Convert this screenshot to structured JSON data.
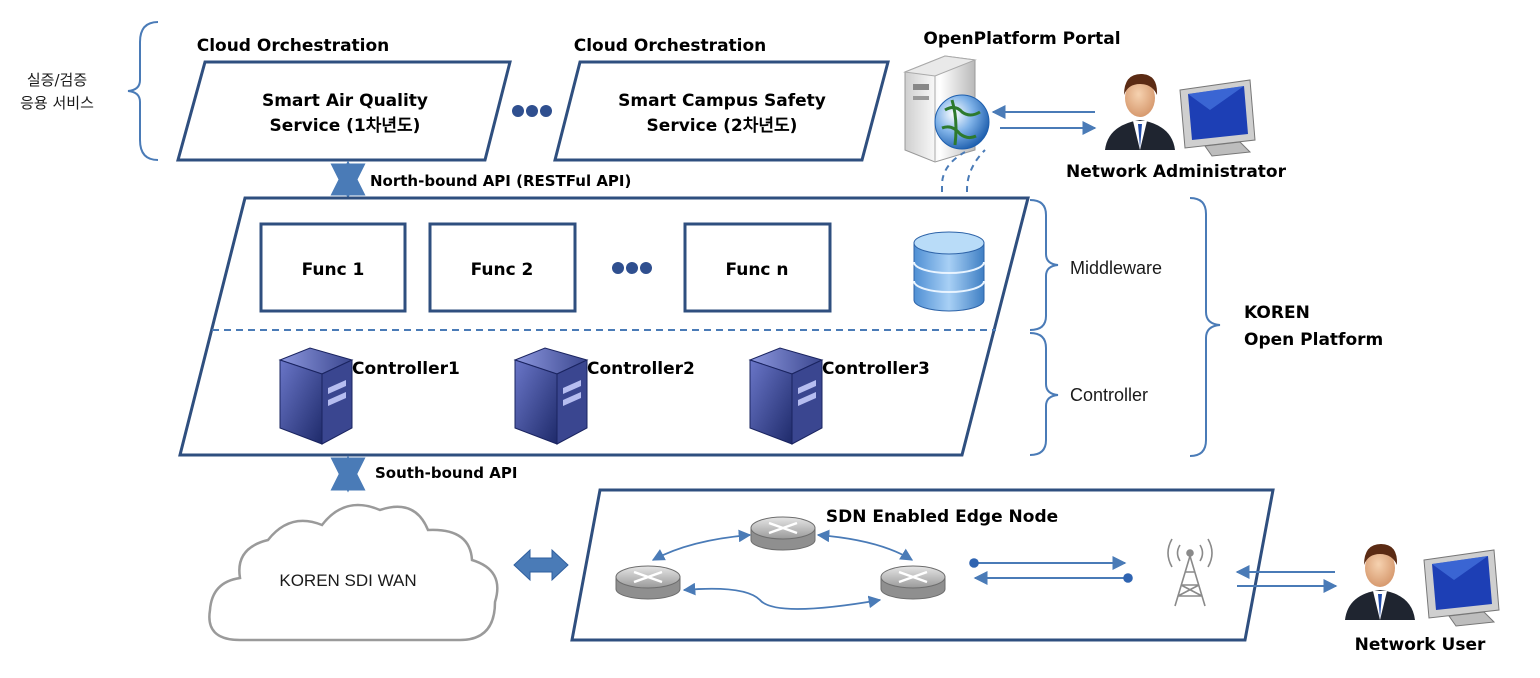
{
  "korean_label": {
    "line1": "실증/검증",
    "line2": "응용 서비스"
  },
  "cloud_orchestration": [
    {
      "title": "Cloud Orchestration",
      "service_line1": "Smart Air Quality",
      "service_line2": "Service (1차년도)"
    },
    {
      "title": "Cloud Orchestration",
      "service_line1": "Smart Campus Safety",
      "service_line2": "Service (2차년도)"
    }
  ],
  "portal": {
    "title": "OpenPlatform Portal"
  },
  "admin": {
    "label": "Network Administrator"
  },
  "north_api": "North-bound API (RESTFul API)",
  "south_api": "South-bound API",
  "funcs": [
    "Func 1",
    "Func 2",
    "Func n"
  ],
  "controllers": [
    "Controller1",
    "Controller2",
    "Controller3"
  ],
  "layers": {
    "middleware": "Middleware",
    "controller": "Controller"
  },
  "platform": {
    "line1": "KOREN",
    "line2": "Open Platform"
  },
  "wan": {
    "label": "KOREN SDI WAN"
  },
  "edge": {
    "title": "SDN Enabled Edge Node"
  },
  "user": {
    "label": "Network User"
  },
  "colors": {
    "frame": "#2f4f7f",
    "arrow": "#4a7bb7",
    "bracket": "#4a7bb7"
  },
  "icons": [
    "server-globe-icon",
    "person-icon",
    "monitor-icon",
    "database-icon",
    "server-tower-icon",
    "router-icon",
    "antenna-tower-icon",
    "cloud-shape"
  ]
}
